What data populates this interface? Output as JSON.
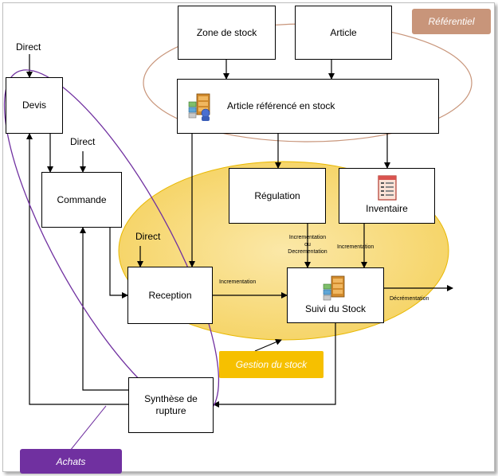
{
  "boxes": {
    "zone_de_stock": "Zone de stock",
    "article": "Article",
    "article_reference": "Article référencé en stock",
    "devis": "Devis",
    "commande": "Commande",
    "regulation": "Régulation",
    "inventaire": "Inventaire",
    "reception": "Reception",
    "suivi_du_stock": "Suivi du Stock",
    "synthese_line1": "Synthèse de",
    "synthese_line2": "rupture"
  },
  "labels": {
    "direct_devis": "Direct",
    "direct_commande": "Direct",
    "direct_reception": "Direct",
    "incrementation_reception": "Incrementation",
    "incr_ou_decr_line1": "Incrementation",
    "incr_ou_decr_line2": "ou",
    "incr_ou_decr_line3": "Decrementation",
    "incrementation_inventaire": "Incrementation",
    "decrementation": "Décrémentation"
  },
  "groups": {
    "referentiel": "Référentiel",
    "gestion_du_stock": "Gestion du stock",
    "achats": "Achats"
  },
  "colors": {
    "referentiel_tag": "#c8957a",
    "referentiel_ellipse": "#c8957a",
    "gestion_fill": "#f8e08e",
    "gestion_tag": "#f6c000",
    "achats_tag": "#7030a0",
    "achats_ellipse": "#7030a0"
  },
  "icons": [
    "stock-shelf-icon",
    "document-list-icon",
    "stock-shelf-icon"
  ]
}
